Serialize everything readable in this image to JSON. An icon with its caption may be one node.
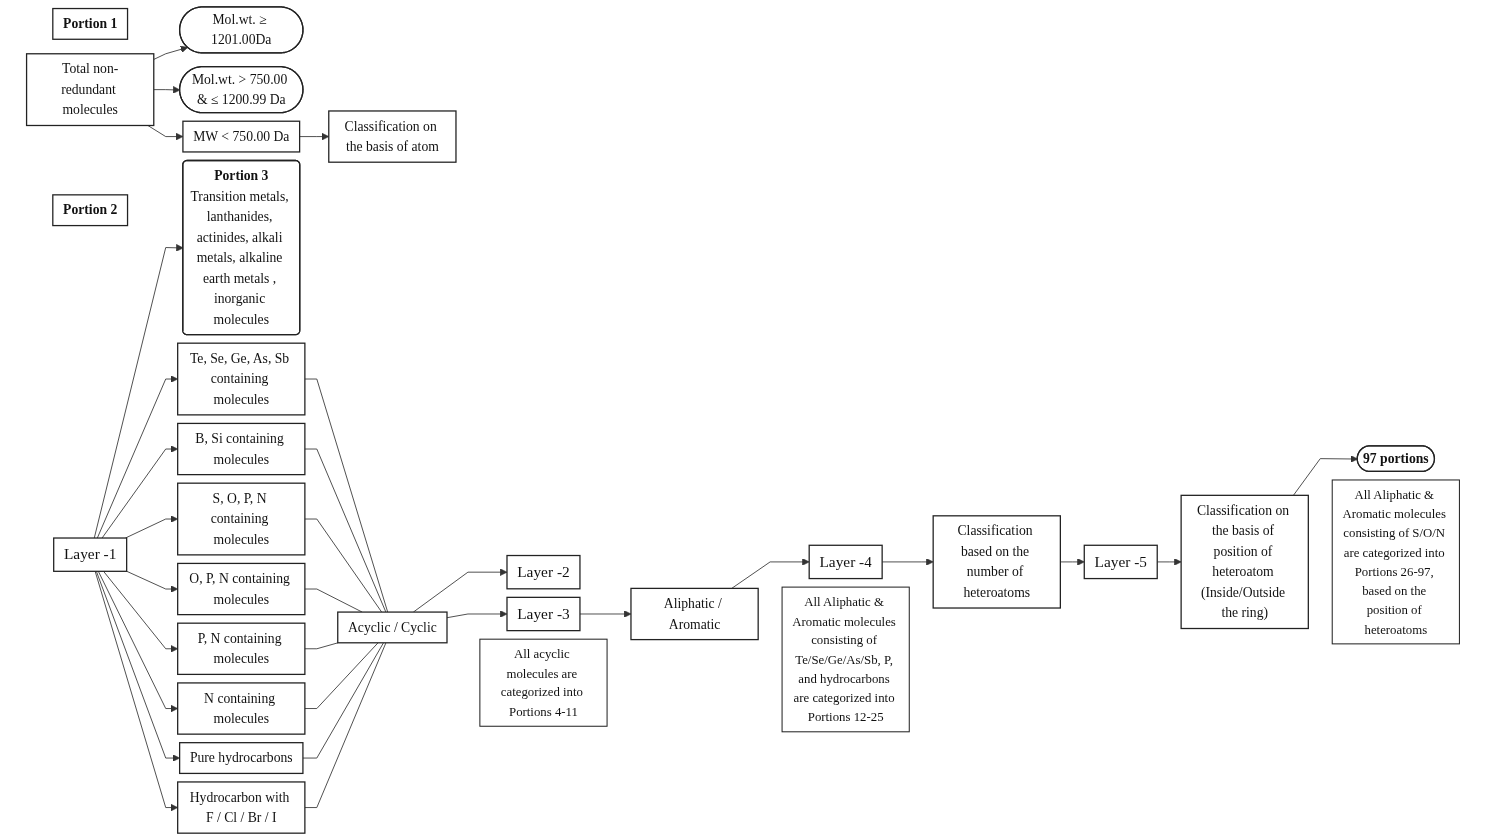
{
  "diagram": {
    "nodes": [
      {
        "text": [
          "Portion 1"
        ]
      },
      {
        "text": [
          "Portion 2"
        ]
      },
      {
        "text": [
          "Mol.wt. ≥ 1201.00Da"
        ]
      },
      {
        "text": [
          "Mol.wt. > 750.00 & ≤ 1200.99 Da"
        ]
      },
      {
        "text": [
          "Total non-redundant molecules"
        ]
      },
      {
        "text": [
          "MW < 750.00 Da"
        ]
      },
      {
        "text": [
          "Classification on the basis of atom"
        ]
      },
      {
        "text": [
          "Layer -1"
        ]
      },
      {
        "text": [
          "Portion 3",
          "Transition metals, lanthanides, actinides, alkali metals, alkaline earth metals , inorganic molecules"
        ]
      },
      {
        "text": [
          "Te, Se, Ge, As, Sb containing molecules"
        ]
      },
      {
        "text": [
          "B, Si containing molecules"
        ]
      },
      {
        "text": [
          "S, O, P, N containing molecules"
        ]
      },
      {
        "text": [
          "O, P, N containing molecules"
        ]
      },
      {
        "text": [
          "P, N containing molecules"
        ]
      },
      {
        "text": [
          "N containing molecules"
        ]
      },
      {
        "text": [
          "Pure hydrocarbons"
        ]
      },
      {
        "text": [
          "Hydrocarbon with F / Cl / Br / I"
        ]
      },
      {
        "text": [
          "Acyclic / Cyclic"
        ]
      },
      {
        "text": [
          "Layer -2"
        ]
      },
      {
        "text": [
          "All acyclic molecules are categorized into Portions 4-11"
        ]
      },
      {
        "text": [
          "Aliphatic / Aromatic"
        ]
      },
      {
        "text": [
          "Layer -3"
        ]
      },
      {
        "text": [
          "All Aliphatic & Aromatic molecules consisting of Te/Se/Ge/As/Sb, P, and hydrocarbons are categorized into Portions 12-25"
        ]
      },
      {
        "text": [
          "Layer -4"
        ]
      },
      {
        "text": [
          "Classification based on the number of heteroatoms"
        ]
      },
      {
        "text": [
          "Layer -5"
        ]
      },
      {
        "text": [
          "Classification on the basis of position of heteroatom (Inside/Outside the ring)"
        ]
      },
      {
        "text": [
          "97 portions"
        ]
      },
      {
        "text": [
          "All Aliphatic & Aromatic molecules consisting of S/O/N are categorized into Portions 26-97, based on the position of heteroatoms"
        ]
      }
    ],
    "edges": [
      {
        "from": 4,
        "to": 2,
        "arrow": "to"
      },
      {
        "from": 4,
        "to": 3,
        "arrow": "to"
      },
      {
        "from": 4,
        "to": 5,
        "arrow": "to"
      },
      {
        "from": 5,
        "to": 6,
        "arrow": "to"
      },
      {
        "from": 7,
        "to": 8,
        "arrow": "to"
      },
      {
        "from": 7,
        "to": 9,
        "arrow": "to"
      },
      {
        "from": 7,
        "to": 10,
        "arrow": "to"
      },
      {
        "from": 7,
        "to": 11,
        "arrow": "to"
      },
      {
        "from": 7,
        "to": 12,
        "arrow": "to"
      },
      {
        "from": 7,
        "to": 13,
        "arrow": "to"
      },
      {
        "from": 7,
        "to": 14,
        "arrow": "to"
      },
      {
        "from": 7,
        "to": 15,
        "arrow": "to"
      },
      {
        "from": 7,
        "to": 16,
        "arrow": "to"
      },
      {
        "from": 9,
        "to": 17,
        "arrow": "none"
      },
      {
        "from": 10,
        "to": 17,
        "arrow": "none"
      },
      {
        "from": 11,
        "to": 17,
        "arrow": "none"
      },
      {
        "from": 12,
        "to": 17,
        "arrow": "none"
      },
      {
        "from": 13,
        "to": 17,
        "arrow": "none"
      },
      {
        "from": 14,
        "to": 17,
        "arrow": "none"
      },
      {
        "from": 15,
        "to": 17,
        "arrow": "none"
      },
      {
        "from": 16,
        "to": 17,
        "arrow": "none"
      },
      {
        "from": 17,
        "to": 18,
        "arrow": "to"
      },
      {
        "from": 17,
        "to": 21,
        "arrow": "to"
      },
      {
        "from": 21,
        "to": 20,
        "arrow": "to"
      },
      {
        "from": 20,
        "to": 23,
        "arrow": "to"
      },
      {
        "from": 23,
        "to": 24,
        "arrow": "to"
      },
      {
        "from": 24,
        "to": 25,
        "arrow": "to"
      },
      {
        "from": 25,
        "to": 26,
        "arrow": "to"
      },
      {
        "from": 26,
        "to": 27,
        "arrow": "to"
      }
    ]
  }
}
